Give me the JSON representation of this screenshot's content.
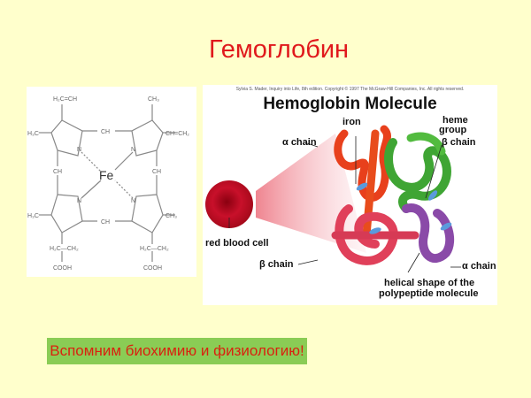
{
  "slide": {
    "title": "Гемоглобин",
    "banner_text": "Вспомним биохимию и физиологию!",
    "colors": {
      "background": "#ffffcc",
      "title": "#e0191c",
      "banner_bg": "#8acc55",
      "banner_text": "#d9220f"
    }
  },
  "heme_structure": {
    "center_atom": "Fe",
    "labels": {
      "top_left_vinyl": "H₂C=CH",
      "top_right_methyl": "CH₃",
      "left_methyl_top": "H₃C",
      "right_vinyl": "CH=CH₂",
      "bridge_top": "CH",
      "bridge_left": "CH",
      "bridge_right": "CH",
      "bridge_bottom": "CH",
      "nitrogen": "N",
      "left_methyl_bottom": "H₃C",
      "right_methyl_bottom": "CH₃",
      "left_chain": "H₂C—CH₂",
      "right_chain": "H₂C—CH₂",
      "acid": "COOH"
    }
  },
  "molecule_figure": {
    "copyright": "Sylvia S. Mader, Inquiry into Life, 8th edition. Copyright © 1997 The McGraw-Hill Companies, Inc. All rights reserved.",
    "title": "Hemoglobin Molecule",
    "labels": {
      "iron": "iron",
      "alpha_chain_top": "α chain",
      "heme_group": "heme group",
      "heme_line1": "heme",
      "heme_line2": "group",
      "beta_chain_top": "β chain",
      "red_blood_cell": "red blood cell",
      "beta_chain_bottom": "β chain",
      "alpha_chain_bottom": "α chain",
      "helical_line1": "helical shape of the",
      "helical_line2": "polypeptide molecule"
    }
  }
}
